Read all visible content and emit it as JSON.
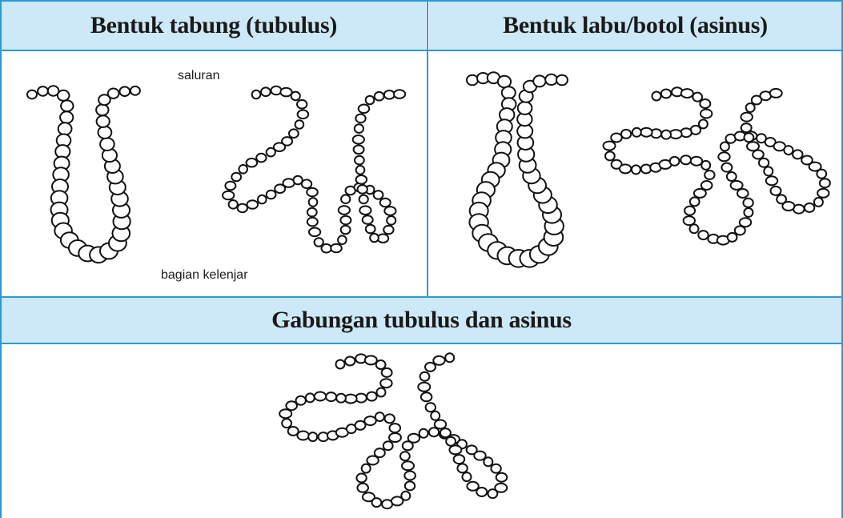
{
  "table": {
    "header_left": "Bentuk tabung (tubulus)",
    "header_right": "Bentuk labu/botol (asinus)",
    "header_bottom": "Gabungan tubulus dan asinus"
  },
  "labels": {
    "duct": "saluran",
    "gland_part": "bagian kelenjar"
  },
  "colors": {
    "header_bg": "#cde8f6",
    "border": "#2a9ad6",
    "stroke": "#111111"
  }
}
